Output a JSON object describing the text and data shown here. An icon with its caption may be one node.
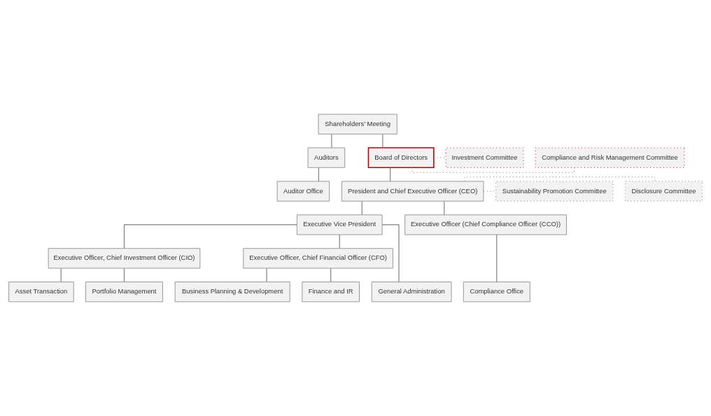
{
  "diagram": {
    "nodes": [
      {
        "text": [
          "Shareholders’ Meeting"
        ]
      },
      {
        "text": [
          "Auditors"
        ]
      },
      {
        "text": [
          "Auditor Office"
        ]
      },
      {
        "text": [
          "Investment Committee"
        ]
      },
      {
        "text": [
          "Board of Directors"
        ]
      },
      {
        "text": [
          "Compliance and Risk Management Committee"
        ]
      },
      {
        "text": [
          "Sustainability Promotion Committee"
        ]
      },
      {
        "text": [
          "President and Chief Executive Officer (CEO)"
        ]
      },
      {
        "text": [
          "Disclosure Committee"
        ]
      },
      {
        "text": [
          "Executive Vice President"
        ]
      },
      {
        "text": [
          "Executive Officer (Chief Compliance Officer (CCO))"
        ]
      },
      {
        "text": [
          "Executive Officer, Chief Investment Officer (CIO)"
        ]
      },
      {
        "text": [
          "Executive Officer, Chief Financial Officer (CFO)"
        ]
      },
      {
        "text": [
          "Asset Transaction"
        ]
      },
      {
        "text": [
          "Portfolio Management"
        ]
      },
      {
        "text": [
          "Business Planning & Development"
        ]
      },
      {
        "text": [
          "Finance and IR"
        ]
      },
      {
        "text": [
          "General Administration"
        ]
      },
      {
        "text": [
          "Compliance Office"
        ]
      }
    ],
    "edges": [
      {
        "from": 0,
        "to": 4,
        "arrow": "none"
      },
      {
        "from": 0,
        "to": 1,
        "arrow": "none"
      },
      {
        "from": 1,
        "to": 2,
        "arrow": "none"
      },
      {
        "from": 4,
        "to": 3,
        "arrow": "none",
        "style": "dashed"
      },
      {
        "from": 4,
        "to": 5,
        "arrow": "none",
        "style": "dashed"
      },
      {
        "from": 4,
        "to": 7,
        "arrow": "none"
      },
      {
        "from": 7,
        "to": 6,
        "arrow": "none",
        "style": "dashed"
      },
      {
        "from": 7,
        "to": 8,
        "arrow": "none",
        "style": "dashed"
      },
      {
        "from": 7,
        "to": 9,
        "arrow": "none"
      },
      {
        "from": 7,
        "to": 10,
        "arrow": "none"
      },
      {
        "from": 9,
        "to": 11,
        "arrow": "none"
      },
      {
        "from": 9,
        "to": 12,
        "arrow": "none"
      },
      {
        "from": 9,
        "to": 17,
        "arrow": "none"
      },
      {
        "from": 11,
        "to": 13,
        "arrow": "none"
      },
      {
        "from": 11,
        "to": 14,
        "arrow": "none"
      },
      {
        "from": 12,
        "to": 15,
        "arrow": "none"
      },
      {
        "from": 12,
        "to": 16,
        "arrow": "none"
      },
      {
        "from": 10,
        "to": 18,
        "arrow": "none"
      }
    ]
  }
}
